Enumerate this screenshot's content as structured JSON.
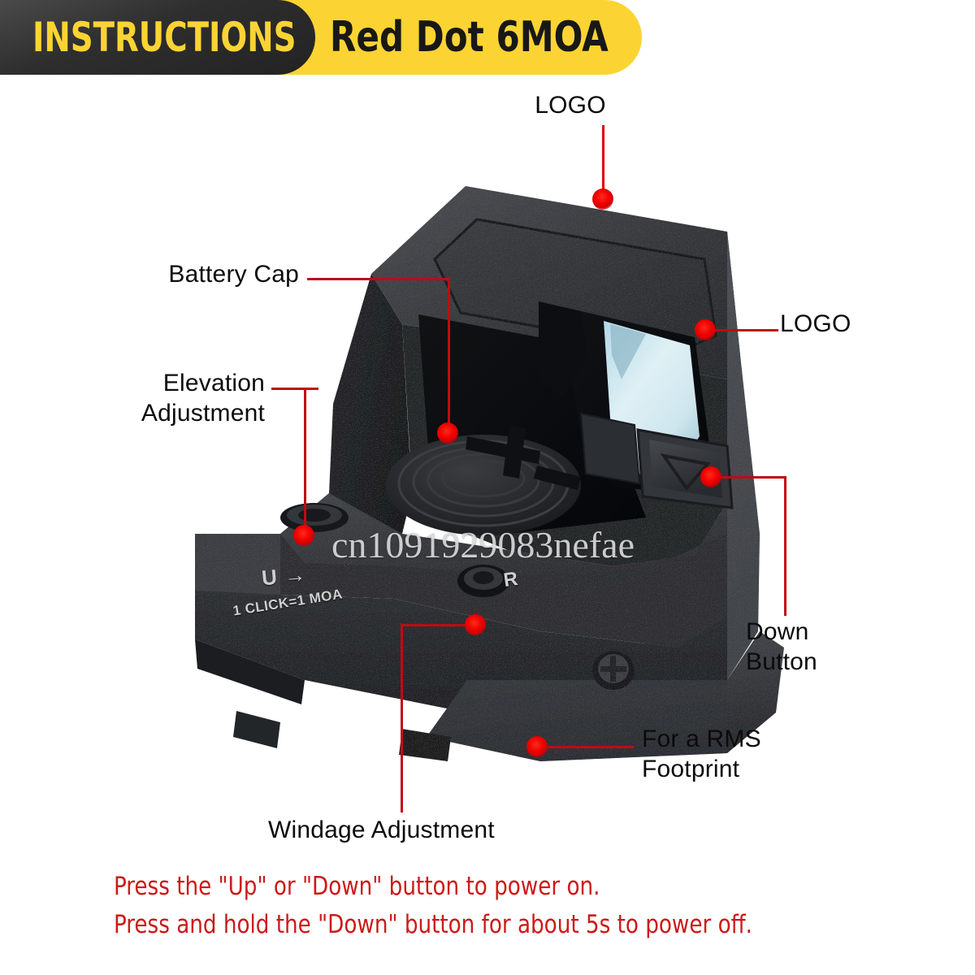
{
  "banner": {
    "badge_label": "INSTRUCTIONS",
    "title": "Red Dot 6MOA",
    "dark_color": "#2e2e2e",
    "yellow_color": "#fbd433",
    "badge_text_color": "#fbd433",
    "title_text_color": "#181818"
  },
  "product": {
    "name": "Red Dot 6MOA reflex sight",
    "watermark": "cn1091929083nefae",
    "markings": {
      "elevation_direction": "U →",
      "click_value": "1 CLICK=1 MOA",
      "windage_direction": "R"
    },
    "colors": {
      "body_dark": "#2b2d30",
      "body_mid": "#3b3e42",
      "body_light": "#55585d",
      "lens_glass": "#cfe6ee",
      "accent_red": "#e00000",
      "leader_red": "#c00b13"
    }
  },
  "annotations": [
    {
      "id": "logo-top",
      "label": "LOGO",
      "align": "center"
    },
    {
      "id": "battery-cap",
      "label": "Battery Cap",
      "align": "right"
    },
    {
      "id": "elevation",
      "label": "Elevation\nAdjustment",
      "align": "right"
    },
    {
      "id": "logo-side",
      "label": "LOGO",
      "align": "left"
    },
    {
      "id": "down-button",
      "label": "Down\nButton",
      "align": "left"
    },
    {
      "id": "rms-footprint",
      "label": "For a RMS\nFootprint",
      "align": "left"
    },
    {
      "id": "windage",
      "label": "Windage Adjustment",
      "align": "left"
    }
  ],
  "notes": [
    "Press the \"Up\" or \"Down\" button to power on.",
    "Press and hold the \"Down\" button for about 5s to power off."
  ]
}
